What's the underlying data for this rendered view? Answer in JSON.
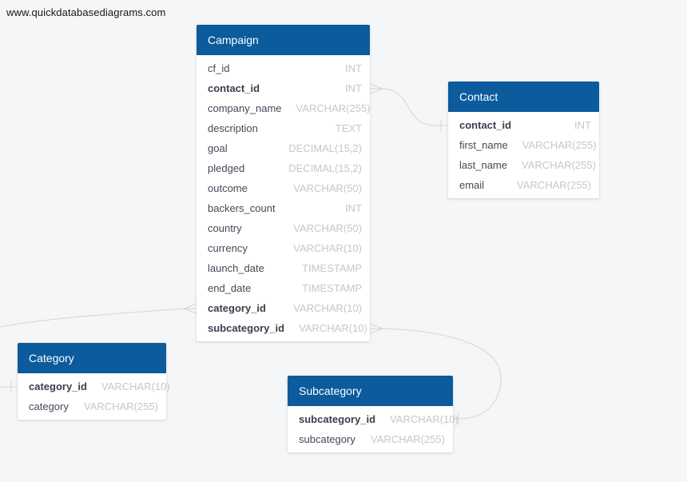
{
  "watermark": "www.quickdatabasediagrams.com",
  "colors": {
    "header_blue": "#0b5b9d",
    "canvas_background": "#f5f6f7",
    "table_background": "#ffffff",
    "field_text": "#414a56",
    "type_text": "#c3c7cc",
    "line": "#d2d5d8"
  },
  "tables": [
    {
      "title": "Campaign",
      "fields": [
        {
          "name": "cf_id",
          "type": "INT",
          "key": false
        },
        {
          "name": "contact_id",
          "type": "INT",
          "key": true
        },
        {
          "name": "company_name",
          "type": "VARCHAR(255)",
          "key": false
        },
        {
          "name": "description",
          "type": "TEXT",
          "key": false
        },
        {
          "name": "goal",
          "type": "DECIMAL(15,2)",
          "key": false
        },
        {
          "name": "pledged",
          "type": "DECIMAL(15,2)",
          "key": false
        },
        {
          "name": "outcome",
          "type": "VARCHAR(50)",
          "key": false
        },
        {
          "name": "backers_count",
          "type": "INT",
          "key": false
        },
        {
          "name": "country",
          "type": "VARCHAR(50)",
          "key": false
        },
        {
          "name": "currency",
          "type": "VARCHAR(10)",
          "key": false
        },
        {
          "name": "launch_date",
          "type": "TIMESTAMP",
          "key": false
        },
        {
          "name": "end_date",
          "type": "TIMESTAMP",
          "key": false
        },
        {
          "name": "category_id",
          "type": "VARCHAR(10)",
          "key": true
        },
        {
          "name": "subcategory_id",
          "type": "VARCHAR(10)",
          "key": true
        }
      ]
    },
    {
      "title": "Contact",
      "fields": [
        {
          "name": "contact_id",
          "type": "INT",
          "key": true
        },
        {
          "name": "first_name",
          "type": "VARCHAR(255)",
          "key": false
        },
        {
          "name": "last_name",
          "type": "VARCHAR(255)",
          "key": false
        },
        {
          "name": "email",
          "type": "VARCHAR(255)",
          "key": false
        }
      ]
    },
    {
      "title": "Category",
      "fields": [
        {
          "name": "category_id",
          "type": "VARCHAR(10)",
          "key": true
        },
        {
          "name": "category",
          "type": "VARCHAR(255)",
          "key": false
        }
      ]
    },
    {
      "title": "Subcategory",
      "fields": [
        {
          "name": "subcategory_id",
          "type": "VARCHAR(10)",
          "key": true
        },
        {
          "name": "subcategory",
          "type": "VARCHAR(255)",
          "key": false
        }
      ]
    }
  ],
  "relationships": [
    {
      "from": "Campaign.contact_id",
      "to": "Contact.contact_id",
      "from_cardinality": "many",
      "to_cardinality": "one"
    },
    {
      "from": "Campaign.category_id",
      "to": "Category.category_id",
      "from_cardinality": "many",
      "to_cardinality": "one"
    },
    {
      "from": "Campaign.subcategory_id",
      "to": "Subcategory.subcategory_id",
      "from_cardinality": "many",
      "to_cardinality": "one"
    }
  ]
}
